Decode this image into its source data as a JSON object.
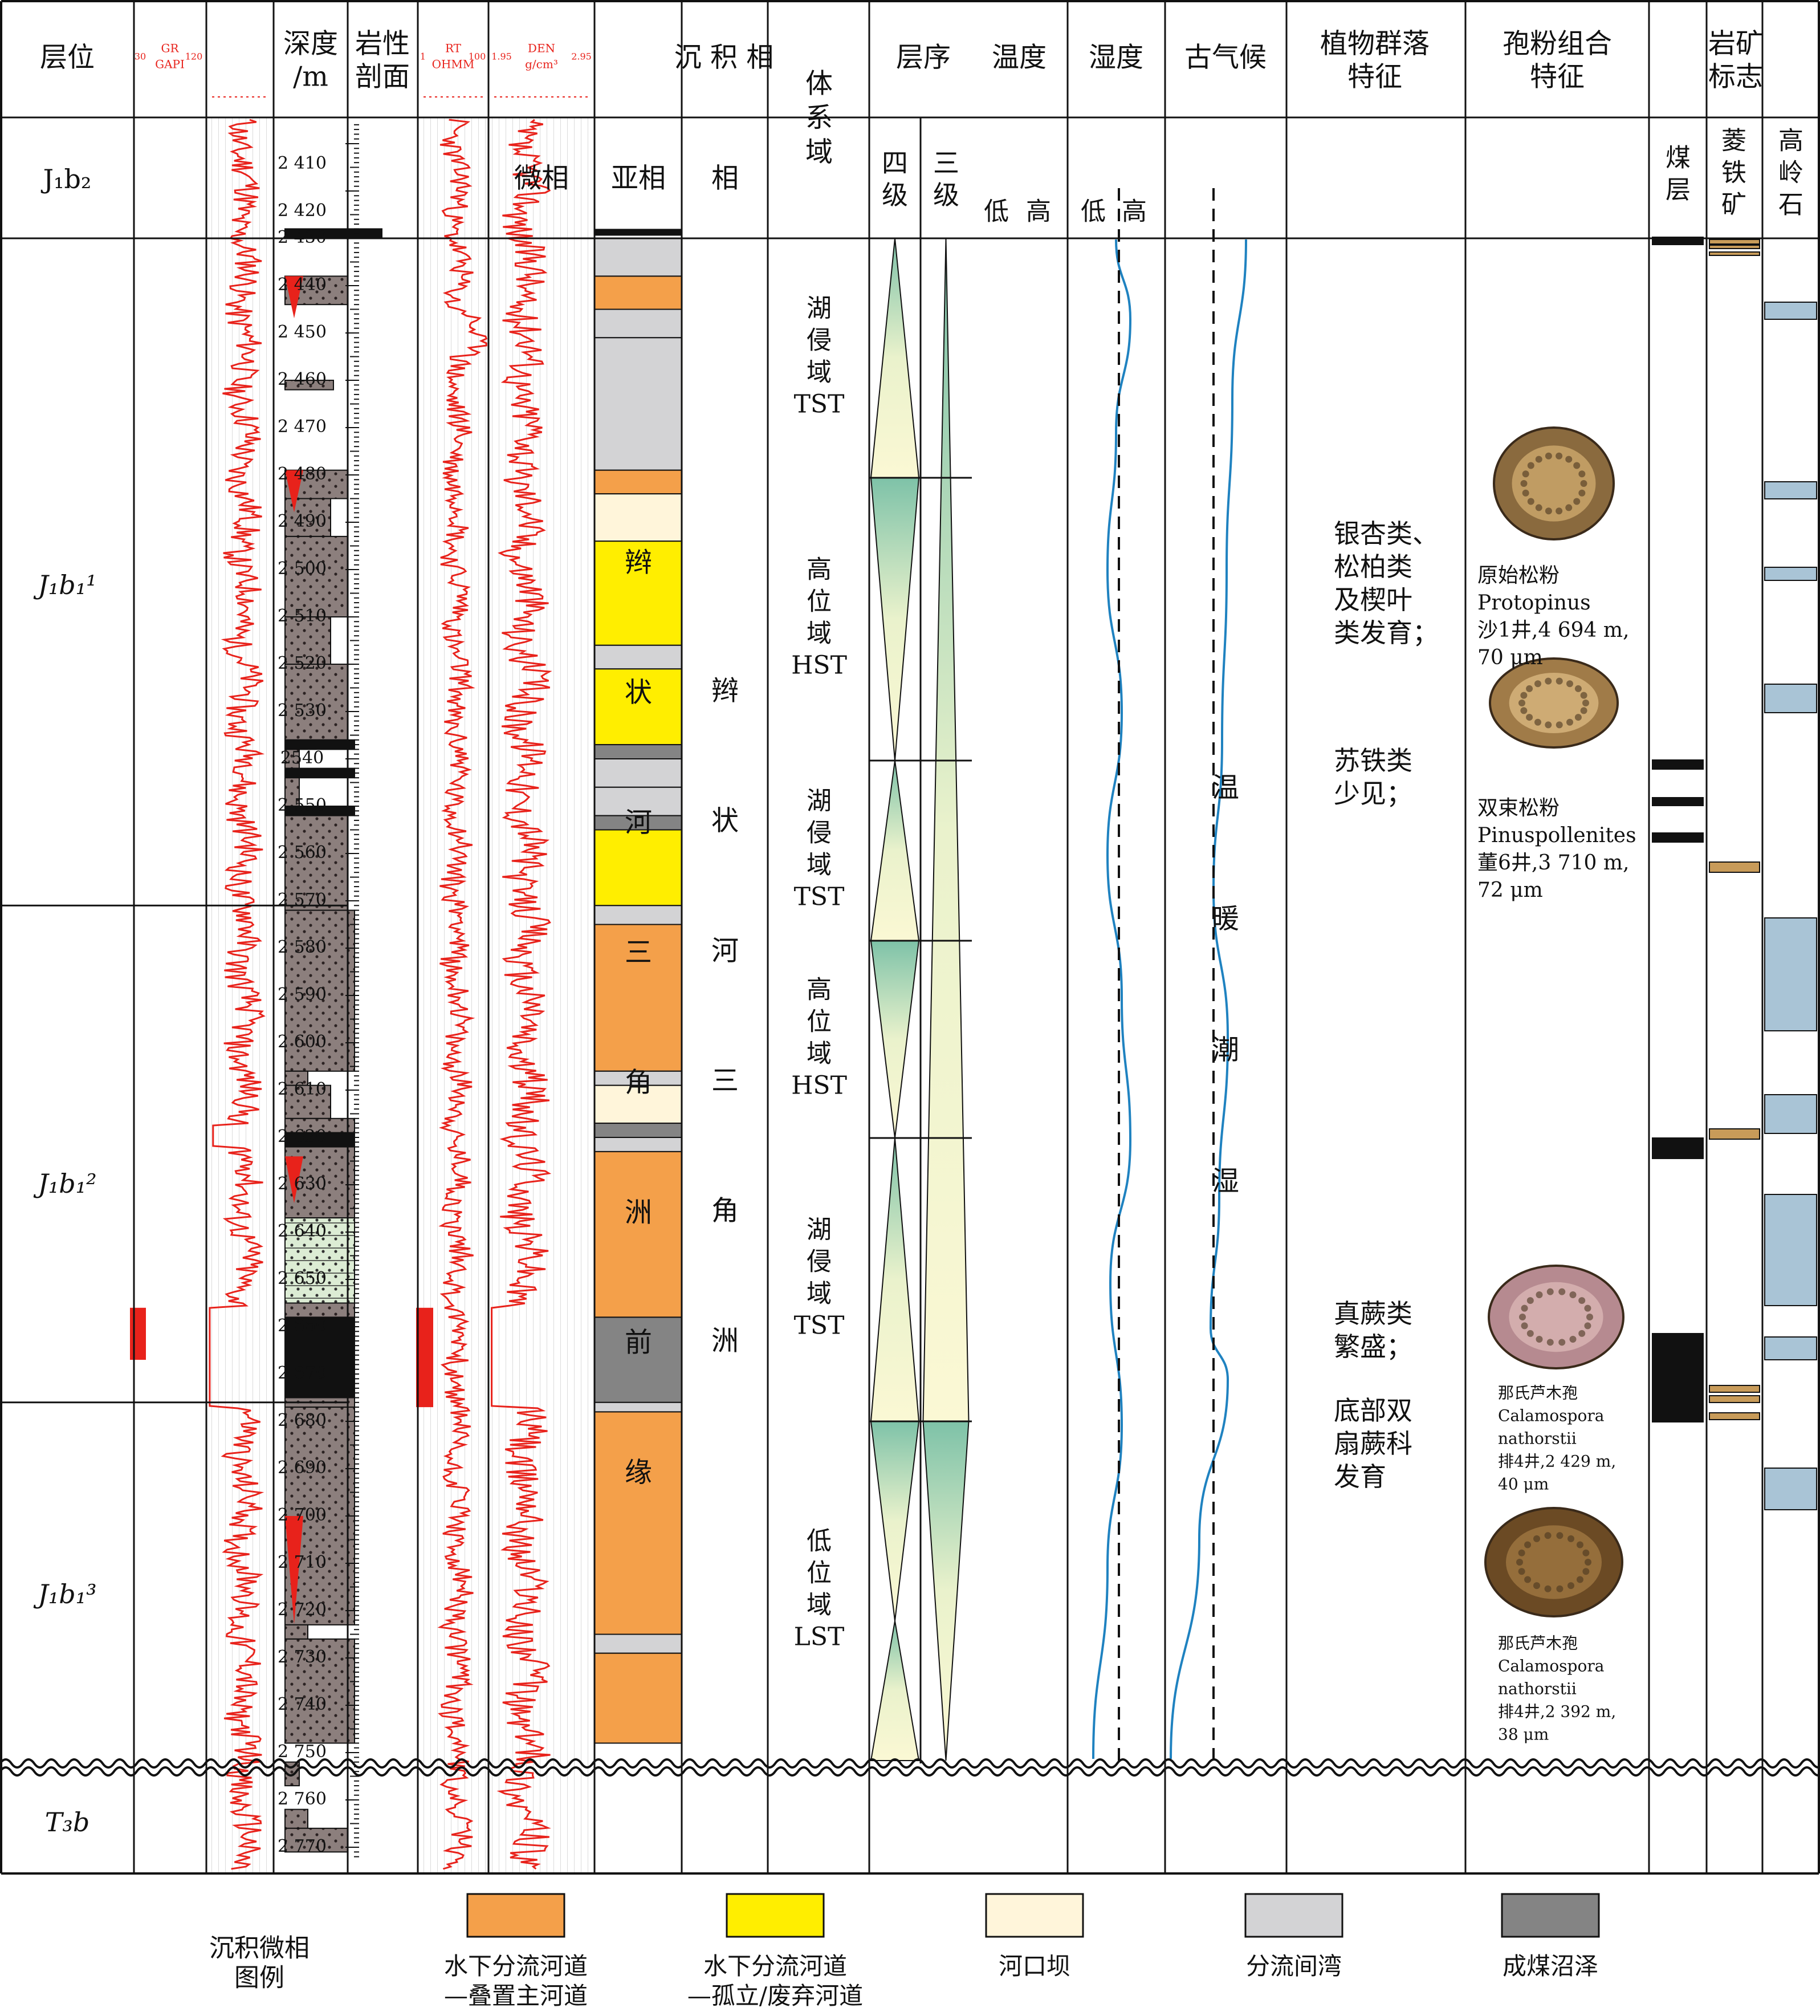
{
  "headers": {
    "layer": "层位",
    "gr_title": "GR",
    "gr_unit": "GAPI",
    "gr_min": "30",
    "gr_max": "120",
    "depth": [
      "深度",
      "/m"
    ],
    "litho": [
      "岩性",
      "剖面"
    ],
    "rt_title": "RT",
    "rt_unit": "OHMM",
    "rt_min": "1",
    "rt_max": "100",
    "den_title": "DEN",
    "den_unit": "g/cm³",
    "den_min": "1.95",
    "den_max": "2.95",
    "facies": "沉 积 相",
    "microfacies": "微相",
    "subfacies": "亚相",
    "facies_col": "相",
    "systems_tract": [
      "体",
      "系",
      "域"
    ],
    "sequence": "层序",
    "fourth_order": [
      "四",
      "级"
    ],
    "third_order": [
      "三",
      "级"
    ],
    "temperature": "温度",
    "humidity": "湿度",
    "low": "低",
    "high": "高",
    "paleoclimate": "古气候",
    "plant": [
      "植物群落",
      "特征"
    ],
    "spore": [
      "孢粉组合",
      "特征"
    ],
    "mineral": [
      "岩矿",
      "标志"
    ],
    "coal": [
      "煤",
      "层"
    ],
    "siderite": [
      "菱",
      "铁",
      "矿"
    ],
    "kaolinite": [
      "高",
      "岭",
      "石"
    ]
  },
  "layers": [
    {
      "name": "J₁b₂"
    },
    {
      "name": "J₁b₁¹"
    },
    {
      "name": "J₁b₁²"
    },
    {
      "name": "J₁b₁³"
    },
    {
      "name": "T₃b"
    }
  ],
  "depth_ticks": [
    "2 410",
    "2 420",
    "2 430",
    "2 440",
    "2 450",
    "2 460",
    "2 470",
    "2 480",
    "2 490",
    "2 500",
    "2 510",
    "2 520",
    "2 530",
    "2540",
    "2 550",
    "2 560",
    "2 570",
    "2 580",
    "2 590",
    "2 600",
    "2 610",
    "2 620",
    "2 630",
    "2 640",
    "2 650",
    "2 660",
    "2 670",
    "2 680",
    "2 690",
    "2 700",
    "2 710",
    "2 720",
    "2 730",
    "2 740",
    "2 750",
    "2 760",
    "2 770"
  ],
  "subfacies_text": [
    "辫",
    "状",
    "河",
    "三",
    "角",
    "洲",
    "前",
    "缘"
  ],
  "facies_text": [
    "辫",
    "状",
    "河",
    "三",
    "角",
    "洲"
  ],
  "systems_tracts": [
    {
      "lines": [
        "湖",
        "侵",
        "域",
        "TST"
      ]
    },
    {
      "lines": [
        "高",
        "位",
        "域",
        "HST"
      ]
    },
    {
      "lines": [
        "湖",
        "侵",
        "域",
        "TST"
      ]
    },
    {
      "lines": [
        "高",
        "位",
        "域",
        "HST"
      ]
    },
    {
      "lines": [
        "湖",
        "侵",
        "域",
        "TST"
      ]
    },
    {
      "lines": [
        "低",
        "位",
        "域",
        "LST"
      ]
    }
  ],
  "climate_text": [
    "温",
    "暖",
    "潮",
    "湿"
  ],
  "plant_text": [
    [
      "银杏类、",
      "松柏类",
      "及楔叶",
      "类发育；"
    ],
    [
      "苏铁类",
      "少见；"
    ],
    [
      "真蕨类",
      "繁盛；"
    ],
    [
      "底部双",
      "扇蕨科",
      "发育"
    ]
  ],
  "spores": [
    {
      "lines": [
        "原始松粉",
        "Protopinus",
        "沙1井,4 694 m,",
        "70 μm"
      ]
    },
    {
      "lines": [
        "双束松粉",
        "Pinuspollenites",
        "董6井,3 710 m,",
        "72 μm"
      ]
    },
    {
      "lines": [
        "那氏芦木孢",
        "Calamospora",
        "nathorstii",
        "排4井,2 429 m,",
        "40 μm"
      ]
    },
    {
      "lines": [
        "那氏芦木孢",
        "Calamospora",
        "nathorstii",
        "排4井,2 392 m,",
        "38 μm"
      ]
    }
  ],
  "legend": {
    "title": [
      "沉积微相",
      "图例"
    ],
    "items": [
      {
        "label": [
          "水下分流河道",
          "—叠置主河道"
        ],
        "color": "#f4a04a"
      },
      {
        "label": [
          "水下分流河道",
          "—孤立/废弃河道"
        ],
        "color": "#ffee00"
      },
      {
        "label": [
          "河口坝"
        ],
        "color": "#fff5da"
      },
      {
        "label": [
          "分流间湾"
        ],
        "color": "#d3d3d5"
      },
      {
        "label": [
          "成煤沼泽"
        ],
        "color": "#848484"
      }
    ]
  },
  "colors": {
    "log_curve": "#e8221b",
    "climate_curve": "#1f82c0",
    "kaolinite": "#a9c4d6",
    "siderite": "#c89b59",
    "litho_sand": "#8b7d7b",
    "shale_green": "#d9ecd2"
  }
}
